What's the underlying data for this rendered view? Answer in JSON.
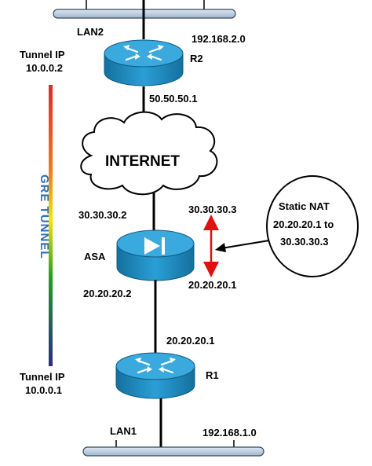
{
  "labels": {
    "lan2": "LAN2",
    "lan2_subnet": "192.168.2.0",
    "r2": "R2",
    "r2_wan_ip": "50.50.50.1",
    "tunnel_ip_label_top": "Tunnel IP",
    "tunnel_ip_top": "10.0.0.2",
    "internet": "INTERNET",
    "gre_tunnel": "GRE TUNNEL",
    "asa_outside_ip": "30.30.30.2",
    "asa": "ASA",
    "asa_inside_ip": "20.20.20.2",
    "asa_nat_ip": "30.30.30.3",
    "r1_wan_ip_near_asa": "20.20.20.1",
    "nat_bubble_line1": "Static NAT",
    "nat_bubble_line2": "20.20.20.1 to",
    "nat_bubble_line3": "30.30.30.3",
    "r1_wan_ip": "20.20.20.1",
    "r1": "R1",
    "tunnel_ip_label_bottom": "Tunnel IP",
    "tunnel_ip_bottom": "10.0.0.1",
    "lan1": "LAN1",
    "lan1_subnet": "192.168.1.0"
  },
  "colors": {
    "device_blue": "#1f8fc4",
    "device_top": "#3aa9de",
    "lan_bar": "#b8cbe0",
    "gre_text": "#2e6db6",
    "arrow_red": "#e01010",
    "line": "#000000",
    "gradient_top": "#e0282a",
    "gradient_mid": "#f5e400",
    "gradient_low": "#20a020",
    "gradient_bottom": "#2a2a8a"
  },
  "icons": {
    "router": "router-icon",
    "firewall": "firewall-icon",
    "cloud": "cloud-icon"
  }
}
